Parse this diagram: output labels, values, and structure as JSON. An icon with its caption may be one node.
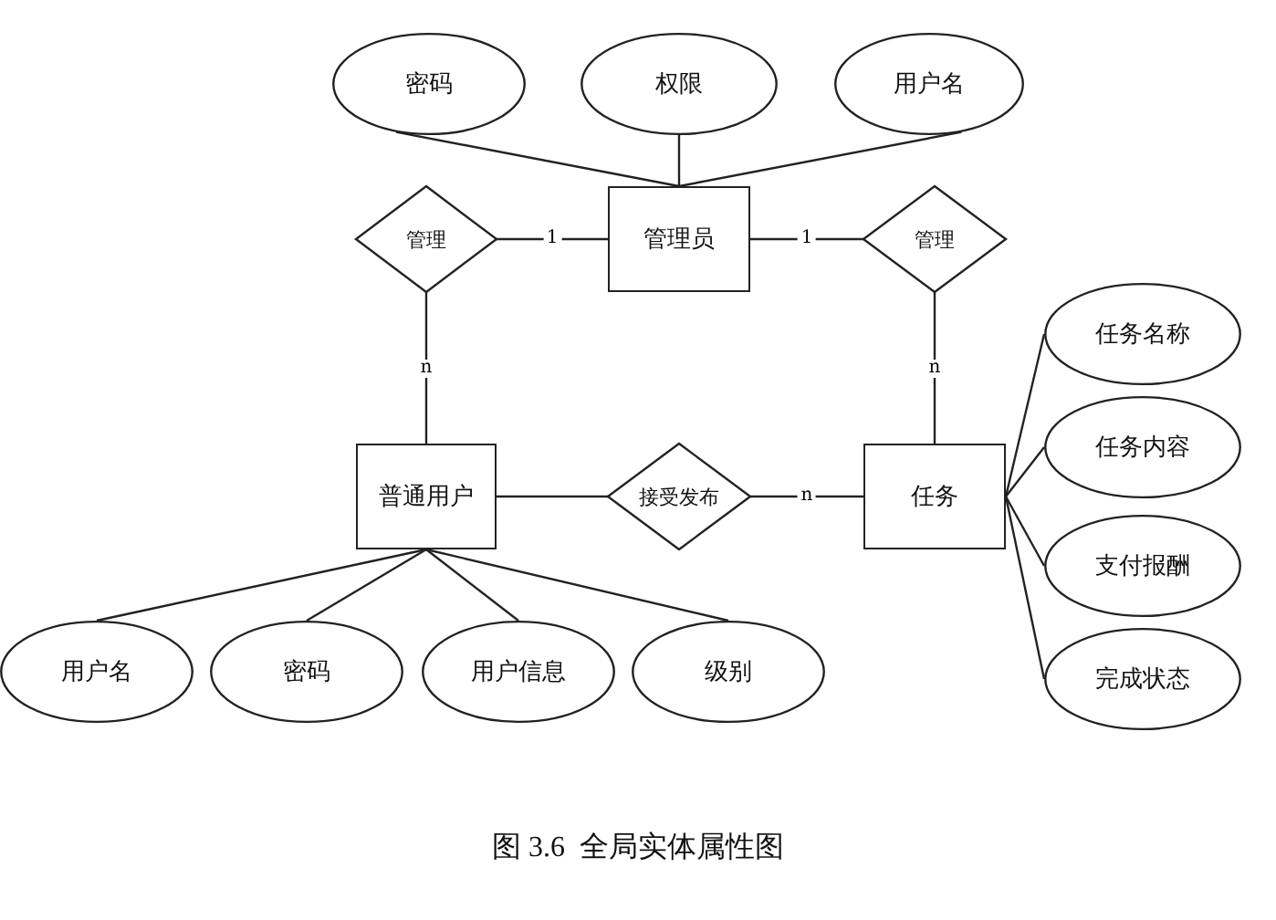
{
  "diagram": {
    "caption": "图 3.6  全局实体属性图",
    "nodes": [
      {
        "text": [
          "密码"
        ]
      },
      {
        "text": [
          "权限"
        ]
      },
      {
        "text": [
          "用户名"
        ]
      },
      {
        "text": [
          "管理"
        ]
      },
      {
        "text": [
          "管理员"
        ]
      },
      {
        "text": [
          "管理"
        ]
      },
      {
        "text": [
          "任务名称"
        ]
      },
      {
        "text": [
          "普通用户"
        ]
      },
      {
        "text": [
          "接受发布"
        ]
      },
      {
        "text": [
          "任务"
        ]
      },
      {
        "text": [
          "任务内容"
        ]
      },
      {
        "text": [
          "支付报酬"
        ]
      },
      {
        "text": [
          "完成状态"
        ]
      },
      {
        "text": [
          "用户名"
        ]
      },
      {
        "text": [
          "密码"
        ]
      },
      {
        "text": [
          "用户信息"
        ]
      },
      {
        "text": [
          "级别"
        ]
      }
    ],
    "edges": [
      {
        "from": 0,
        "to": 4,
        "arrow": "none"
      },
      {
        "from": 1,
        "to": 4,
        "arrow": "none"
      },
      {
        "from": 2,
        "to": 4,
        "arrow": "none"
      },
      {
        "from": 3,
        "to": 4,
        "arrow": "none",
        "label": "1"
      },
      {
        "from": 4,
        "to": 5,
        "arrow": "none",
        "label": "1"
      },
      {
        "from": 3,
        "to": 7,
        "arrow": "none",
        "label": "n"
      },
      {
        "from": 5,
        "to": 9,
        "arrow": "none",
        "label": "n"
      },
      {
        "from": 7,
        "to": 8,
        "arrow": "none"
      },
      {
        "from": 8,
        "to": 9,
        "arrow": "none",
        "label": "n"
      },
      {
        "from": 9,
        "to": 6,
        "arrow": "none"
      },
      {
        "from": 9,
        "to": 10,
        "arrow": "none"
      },
      {
        "from": 9,
        "to": 11,
        "arrow": "none"
      },
      {
        "from": 9,
        "to": 12,
        "arrow": "none"
      },
      {
        "from": 7,
        "to": 13,
        "arrow": "none"
      },
      {
        "from": 7,
        "to": 14,
        "arrow": "none"
      },
      {
        "from": 7,
        "to": 15,
        "arrow": "none"
      },
      {
        "from": 7,
        "to": 16,
        "arrow": "none"
      }
    ]
  }
}
